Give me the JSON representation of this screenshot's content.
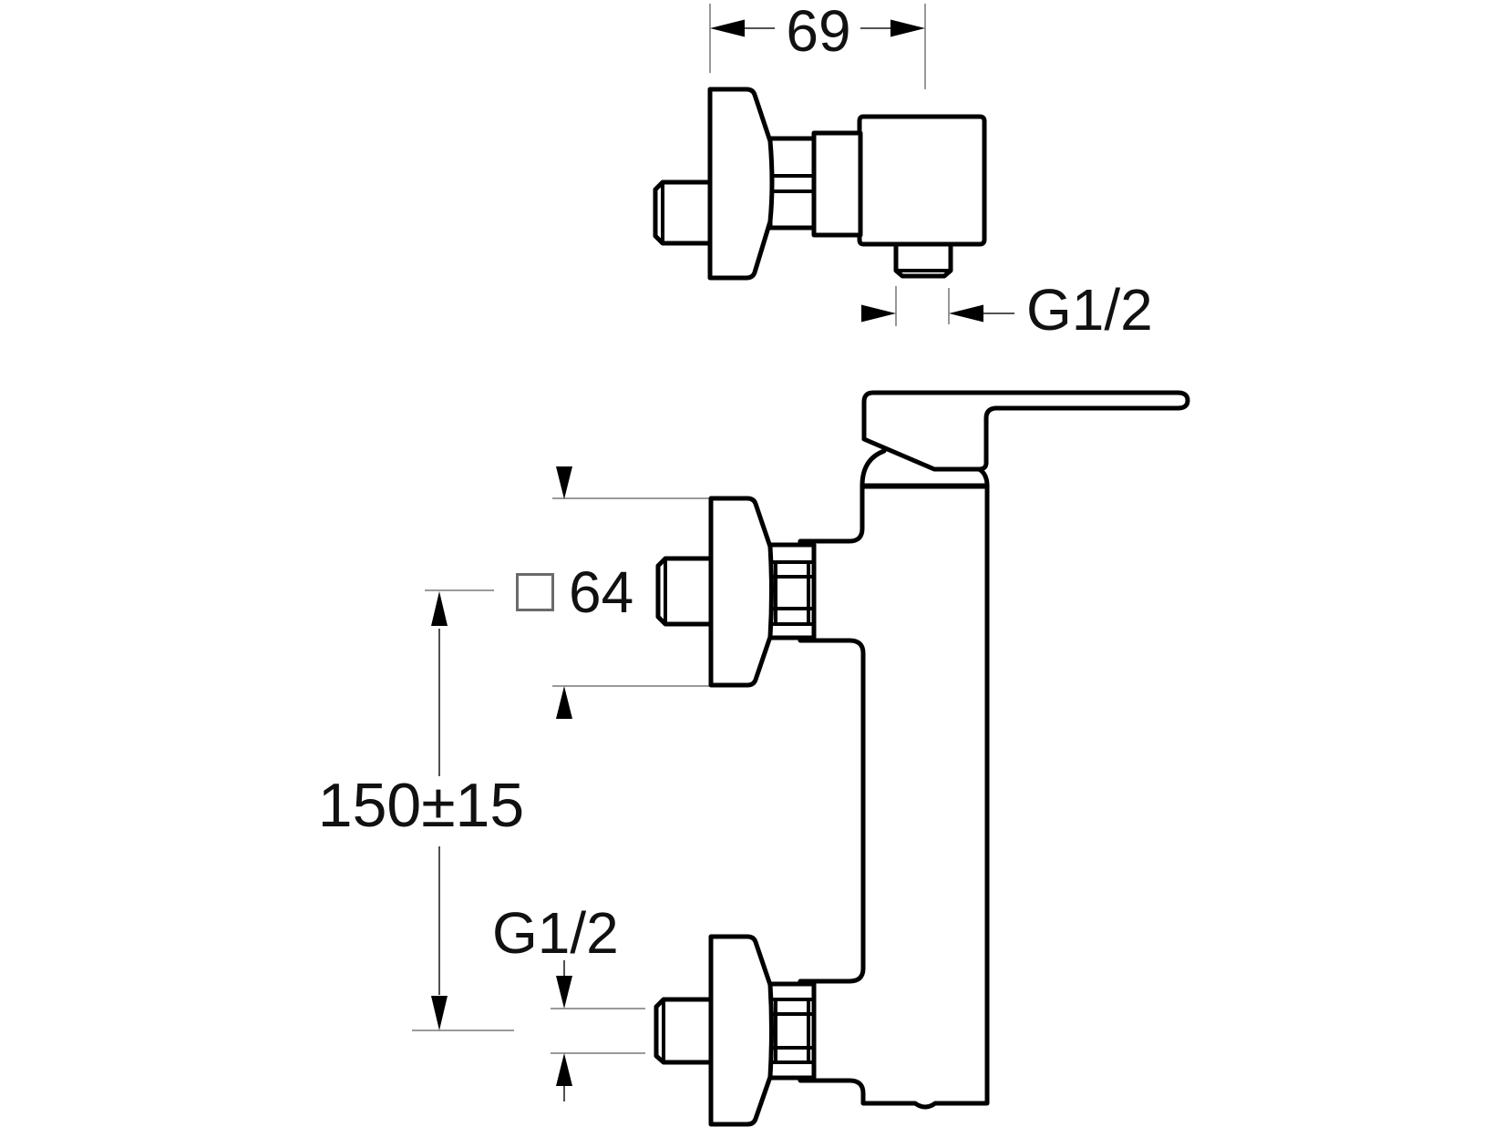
{
  "labels": {
    "top_width": "69",
    "top_thread": "G1/2",
    "escutcheon_size": "64",
    "mount_distance": "150±15",
    "bottom_thread": "G1/2"
  },
  "colors": {
    "outline": "#000000",
    "dimension_line": "#3c3c3c",
    "extension_line": "#8c8c8c",
    "text": "#111111",
    "background": "#ffffff"
  }
}
